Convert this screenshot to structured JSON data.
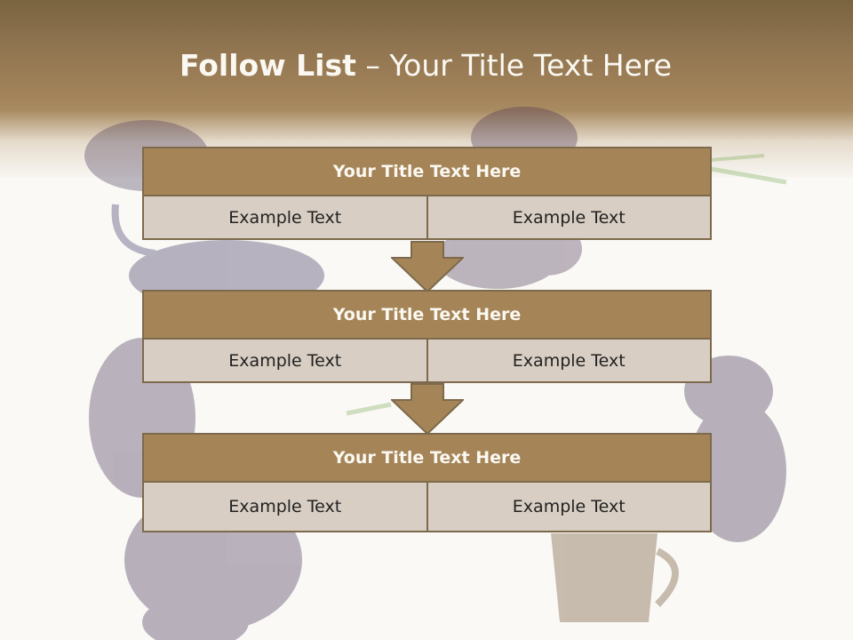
{
  "header": {
    "title_bold": "Follow List",
    "title_sep": " – ",
    "title_rest": "Your Title Text Here"
  },
  "blocks": [
    {
      "title": "Your Title Text Here",
      "cells": [
        "Example Text",
        "Example Text"
      ]
    },
    {
      "title": "Your Title Text Here",
      "cells": [
        "Example Text",
        "Example Text"
      ]
    },
    {
      "title": "Your Title Text Here",
      "cells": [
        "Example Text",
        "Example Text"
      ]
    }
  ],
  "colors": {
    "header": "#8f7450",
    "block_title": "#a58558",
    "cell": "#d8cec3",
    "border": "#7d6a4c"
  }
}
